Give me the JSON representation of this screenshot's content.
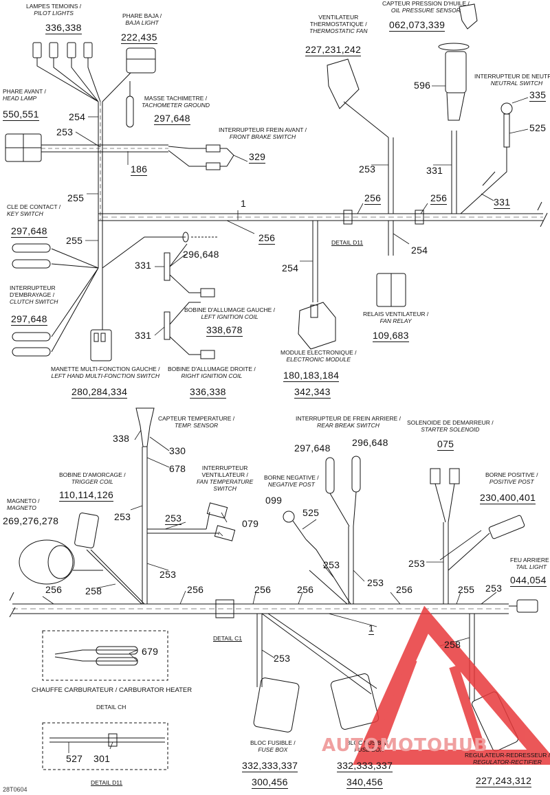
{
  "components": {
    "pilot_lights": {
      "fr": "LAMPES TEMOINS /",
      "en": "PILOT LIGHTS",
      "parts": "336,338"
    },
    "baja_light": {
      "fr": "PHARE BAJA /",
      "en": "BAJA LIGHT",
      "parts": "222,435"
    },
    "tachometer_ground": {
      "fr": "MASSE TACHIMETRE /",
      "en": "TACHOMETER GROUND",
      "parts": "297,648"
    },
    "head_lamp": {
      "fr": "PHARE AVANT /",
      "en": "HEAD LAMP",
      "parts": "550,551"
    },
    "front_brake_switch": {
      "fr": "INTERRUPTEUR FREIN AVANT /",
      "en": "FRONT BRAKE SWITCH",
      "parts": "329"
    },
    "thermostatic_fan": {
      "fr": "VENTILATEUR THERMOSTATIQUE /",
      "en": "THERMOSTATIC FAN",
      "parts": "227,231,242"
    },
    "oil_pressure_sensor": {
      "fr": "CAPTEUR PRESSION D'HUILE /",
      "en": "OIL PRESSURE SENSOR",
      "parts": "062,073,339"
    },
    "neutral_switch": {
      "fr": "INTERRUPTEUR DE NEUTRE /",
      "en": "NEUTRAL SWITCH",
      "parts": "335"
    },
    "key_switch": {
      "fr": "CLE DE CONTACT /",
      "en": "KEY SWITCH",
      "parts": "297,648"
    },
    "clutch_switch": {
      "fr": "INTERRUPTEUR D'EMBRAYAGE /",
      "en": "CLUTCH SWITCH",
      "parts": "297,648"
    },
    "left_ignition_coil": {
      "fr": "BOBINE D'ALLUMAGE GAUCHE /",
      "en": "LEFT IGNITION COIL",
      "parts": "338,678"
    },
    "right_ignition_coil": {
      "fr": "BOBINE D'ALLUMAGE DROITE /",
      "en": "RIGHT IGNITION COIL",
      "parts": "336,338"
    },
    "left_multifunction_switch": {
      "fr": "MANETTE MULTI-FONCTION GAUCHE /",
      "en": "LEFT HAND MULTI-FONCTION SWITCH",
      "parts": "280,284,334"
    },
    "fan_relay": {
      "fr": "RELAIS VENTILATEUR /",
      "en": "FAN RELAY",
      "parts": "109,683"
    },
    "electronic_module": {
      "fr": "MODULE ELECTRONIQUE /",
      "en": "ELECTRONIC MODULE",
      "parts": "180,183,184",
      "parts2": "342,343"
    },
    "temp_sensor": {
      "fr": "CAPTEUR TEMPERATURE /",
      "en": "TEMP. SENSOR"
    },
    "rear_brake_switch": {
      "fr": "INTERRUPTEUR DE FREIN ARRIERE /",
      "en": "REAR BREAK SWITCH",
      "parts_a": "297,648",
      "parts_b": "296,648"
    },
    "starter_solenoid": {
      "fr": "SOLENOIDE DE DEMARREUR /",
      "en": "STARTER SOLENOID",
      "parts": "075"
    },
    "trigger_coil": {
      "fr": "BOBINE D'AMORCAGE /",
      "en": "TRIGGER COIL",
      "parts": "110,114,126"
    },
    "fan_temperature_switch": {
      "fr1": "INTERRUPTEUR",
      "fr2": "VENTILLATEUR /",
      "en1": "FAN TEMPERATURE",
      "en2": "SWITCH",
      "parts": "079"
    },
    "negative_post": {
      "fr": "BORNE NEGATIVE /",
      "en": "NEGATIVE POST",
      "parts": "099",
      "parts2": "525"
    },
    "positive_post": {
      "fr": "BORNE POSITIVE /",
      "en": "POSITIVE POST",
      "parts": "230,400,401"
    },
    "magneto": {
      "fr": "MAGNETO /",
      "en": "MAGNETO",
      "parts": "269,276,278"
    },
    "tail_light": {
      "fr": "FEU ARRIERE /",
      "en": "TAIL LIGHT",
      "parts": "044,054"
    },
    "carburator_heater": {
      "label": "CHAUFFE CARBURATEUR / CARBURATOR HEATER",
      "parts": "679"
    },
    "fuse_box_left": {
      "fr": "BLOC FUSIBLE /",
      "en": "FUSE BOX",
      "parts": "332,333,337",
      "parts2": "300,456"
    },
    "fuse_box_right": {
      "fr": "BLOC FUSIBLE /",
      "en": "FUSE BOX",
      "parts": "332,333,337",
      "parts2": "340,456"
    },
    "regulator_rectifier": {
      "fr": "REGULATEUR-REDRESSEUR /",
      "en": "REGULATOR-RECTIFIER",
      "parts": "227,243,312"
    }
  },
  "callouts": {
    "c254a": "254",
    "c253a": "253",
    "c186": "186",
    "c255a": "255",
    "c1a": "1",
    "c256a": "256",
    "c256b": "256",
    "c256c": "256",
    "c255b": "255",
    "c254b": "254",
    "c254c": "254",
    "c253b": "253",
    "c596": "596",
    "c525a": "525",
    "c331a": "331",
    "c331b": "331",
    "c331c": "331",
    "c331d": "331",
    "c296_648": "296,648",
    "c338": "338",
    "c330": "330",
    "c678": "678",
    "c253c": "253",
    "c253d": "253",
    "c253e": "253",
    "c253f": "253",
    "c253g": "253",
    "c253h": "253",
    "c253i": "253",
    "c253j": "253",
    "c256d": "256",
    "c256e": "256",
    "c256f": "256",
    "c256g": "256",
    "c256h": "256",
    "c255c": "255",
    "c258a": "258",
    "c258b": "258",
    "c1b": "1",
    "c527": "527",
    "c301": "301"
  },
  "details": {
    "d11": "DETAIL D11",
    "dc1": "DETAIL C1",
    "dch": "DETAIL CH",
    "dd11": "DETAIL D11"
  },
  "figure_ref": "28T0604",
  "watermark": "AUTOMOTOHUB",
  "colors": {
    "line": "#111111",
    "watermark": "#e8393b"
  }
}
